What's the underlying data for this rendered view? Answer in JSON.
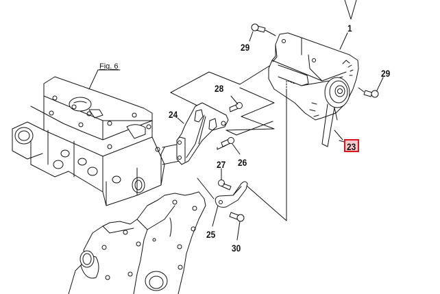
{
  "figure_reference": "Fig. 6",
  "callouts": [
    {
      "id": "1",
      "part": "alternator"
    },
    {
      "id": "23",
      "part": "v-belt",
      "highlighted": true
    },
    {
      "id": "24",
      "part": "alternator-bracket"
    },
    {
      "id": "25",
      "part": "adjusting-plate"
    },
    {
      "id": "26",
      "part": "bolt"
    },
    {
      "id": "27",
      "part": "bolt"
    },
    {
      "id": "28",
      "part": "bolt"
    },
    {
      "id": "29",
      "part": "bolt"
    },
    {
      "id": "29b",
      "label": "29",
      "part": "bolt"
    },
    {
      "id": "30",
      "part": "bolt"
    }
  ],
  "labels": {
    "fig": "Fig. 6",
    "c1": "1",
    "c23": "23",
    "c24": "24",
    "c25": "25",
    "c26": "26",
    "c27": "27",
    "c28": "28",
    "c29a": "29",
    "c29b": "29",
    "c30": "30"
  },
  "colors": {
    "highlight_border": "#d8141c",
    "highlight_fill": "#f8c8cc",
    "line": "#111111"
  }
}
